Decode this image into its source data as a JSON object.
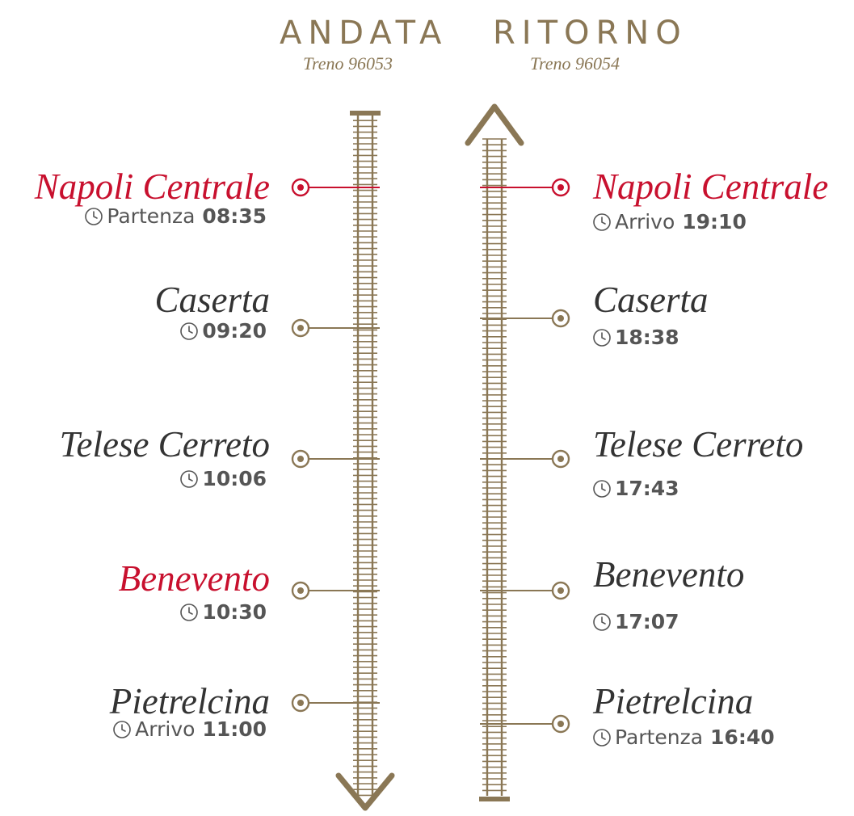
{
  "header": {
    "andata_title": "ANDATA",
    "andata_train": "Treno 96053",
    "ritorno_title": "RITORNO",
    "ritorno_train": "Treno 96054"
  },
  "colors": {
    "track": "#8a7755",
    "highlight": "#c8102e",
    "station_text": "#333333",
    "time_text": "#555555"
  },
  "andata": [
    {
      "station": "Napoli Centrale",
      "label": "Partenza",
      "time": "08:35",
      "highlight": true
    },
    {
      "station": "Caserta",
      "label": "",
      "time": "09:20",
      "highlight": false
    },
    {
      "station": "Telese Cerreto",
      "label": "",
      "time": "10:06",
      "highlight": false
    },
    {
      "station": "Benevento",
      "label": "",
      "time": "10:30",
      "highlight": true
    },
    {
      "station": "Pietrelcina",
      "label": "Arrivo",
      "time": "11:00",
      "highlight": false
    }
  ],
  "ritorno": [
    {
      "station": "Napoli Centrale",
      "label": "Arrivo",
      "time": "19:10",
      "highlight": true
    },
    {
      "station": "Caserta",
      "label": "",
      "time": "18:38",
      "highlight": false
    },
    {
      "station": "Telese Cerreto",
      "label": "",
      "time": "17:43",
      "highlight": false
    },
    {
      "station": "Benevento",
      "label": "",
      "time": "17:07",
      "highlight": false
    },
    {
      "station": "Pietrelcina",
      "label": "Partenza",
      "time": "16:40",
      "highlight": false
    }
  ]
}
